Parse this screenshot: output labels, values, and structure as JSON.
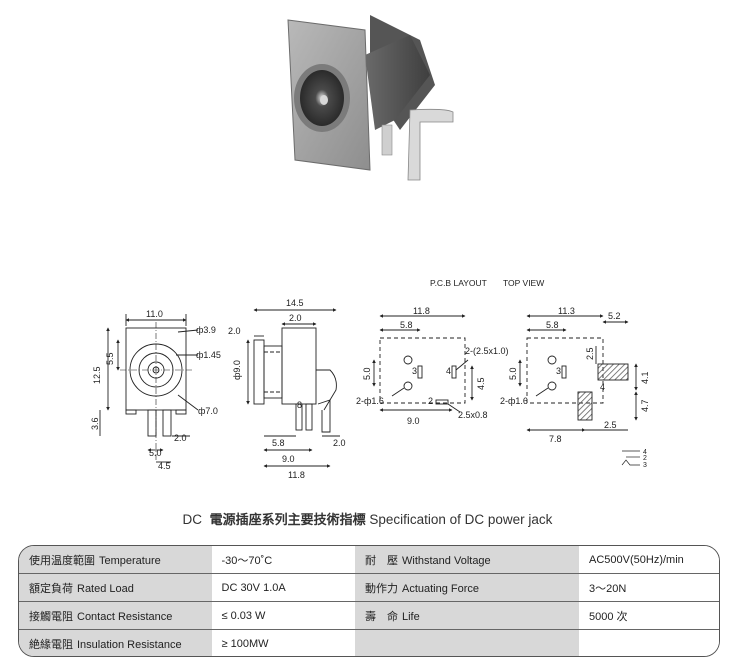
{
  "drawings": {
    "header": {
      "pcb_layout": "P.C.B LAYOUT",
      "top_view": "TOP VIEW"
    },
    "front_view": {
      "dims": [
        "11.0",
        "ф3.9",
        "ф1.45",
        "ф7.0",
        "5.5",
        "12.5",
        "3.6",
        "2.0",
        "5.0",
        "4.5"
      ]
    },
    "side_view": {
      "dims": [
        "14.5",
        "2.0",
        "2.0",
        "ф9.0",
        "8",
        "5.8",
        "2.0",
        "9.0",
        "11.8"
      ]
    },
    "pcb_view": {
      "dims": [
        "11.8",
        "5.8",
        "2-(2.5x1.0)",
        "5.0",
        "4.5",
        "2-ф1.6",
        "9.0",
        "2.5x0.8",
        "3",
        "4",
        "2"
      ]
    },
    "top_view_drawing": {
      "dims": [
        "11.3",
        "5.2",
        "5.8",
        "2.5",
        "5.0",
        "4.1",
        "4.7",
        "2-ф1.6",
        "7.8",
        "2.5",
        "3",
        "4"
      ]
    },
    "schematic": {
      "pins": [
        "4",
        "2",
        "3"
      ]
    }
  },
  "spec": {
    "title_prefix": "DC",
    "title_cjk": "電源插座系列主要技術指標",
    "title_en": "Specification of DC power jack",
    "rows": [
      {
        "k1_zh": "使用温度範圍",
        "k1_en": "Temperature",
        "v1": "-30～70˚C",
        "k2_zh": "耐　壓",
        "k2_en": "Withstand Voltage",
        "v2": "AC500V(50Hz)/min"
      },
      {
        "k1_zh": "額定負荷",
        "k1_en": "Rated Load",
        "v1": "DC  30V  1.0A",
        "k2_zh": "動作力",
        "k2_en": "Actuating Force",
        "v2": "3～20N"
      },
      {
        "k1_zh": "接觸電阻",
        "k1_en": "Contact Resistance",
        "v1": "≤ 0.03 W",
        "k2_zh": "壽　命",
        "k2_en": "Life",
        "v2": "5000 次"
      },
      {
        "k1_zh": "絶緣電阻",
        "k1_en": "Insulation Resistance",
        "v1": "≥ 100MW",
        "k2_zh": "",
        "k2_en": "",
        "v2": ""
      }
    ]
  },
  "colors": {
    "body_gray": "#8a8a8a",
    "table_key_bg": "#d8d8d8",
    "hatch": "#555555"
  }
}
